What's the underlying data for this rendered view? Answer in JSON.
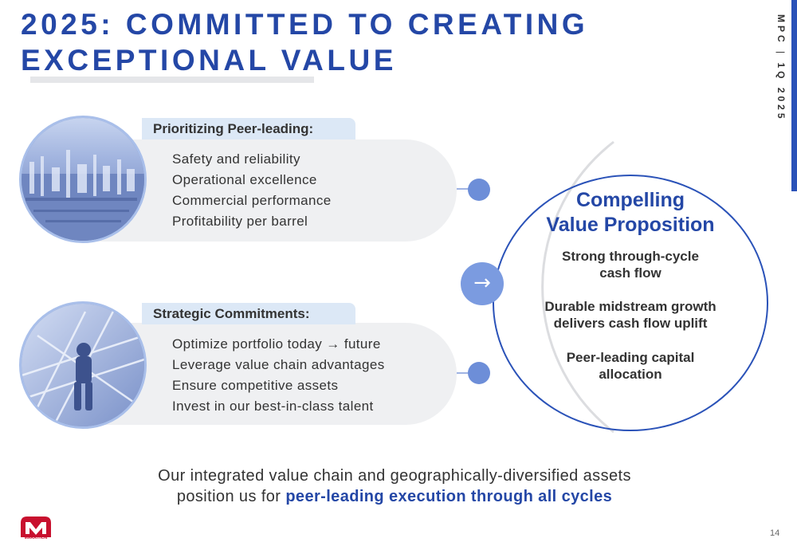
{
  "slide": {
    "title_lines": [
      "2025: COMMITTED TO CREATING",
      "EXCEPTIONAL VALUE"
    ],
    "side_label": {
      "left": "MPC",
      "separator": "|",
      "right": "1Q 2025"
    },
    "page_number": "14"
  },
  "peer_leading": {
    "heading": "Prioritizing Peer-leading:",
    "items": [
      "Safety and reliability",
      "Operational excellence",
      "Commercial performance",
      "Profitability per barrel"
    ],
    "image": "refinery-aerial-photo"
  },
  "strategic": {
    "heading": "Strategic Commitments:",
    "items": [
      "Optimize portfolio today → future",
      "Leverage value chain advantages",
      "Ensure competitive assets",
      "Invest in our best-in-class talent"
    ],
    "image": "worker-on-tower-photo"
  },
  "value_proposition": {
    "title_lines": [
      "Compelling",
      "Value Proposition"
    ],
    "arrow": "→",
    "items": [
      [
        "Strong through-cycle",
        "cash flow"
      ],
      [
        "Durable midstream growth",
        "delivers cash flow uplift"
      ],
      [
        "Peer-leading capital",
        "allocation"
      ]
    ]
  },
  "bottom": {
    "line1": "Our integrated value chain and geographically-diversified assets",
    "line2_prefix": "position us for ",
    "line2_highlight": "peer-leading execution through all cycles"
  },
  "logo": {
    "text": "MARATHON",
    "icon": "marathon-logo"
  },
  "colors": {
    "brand_blue": "#2447a6",
    "accent_blue": "#6d8ed8",
    "panel_gray": "#eff0f2",
    "tab_blue": "#dce8f6",
    "logo_red": "#c8102e"
  }
}
